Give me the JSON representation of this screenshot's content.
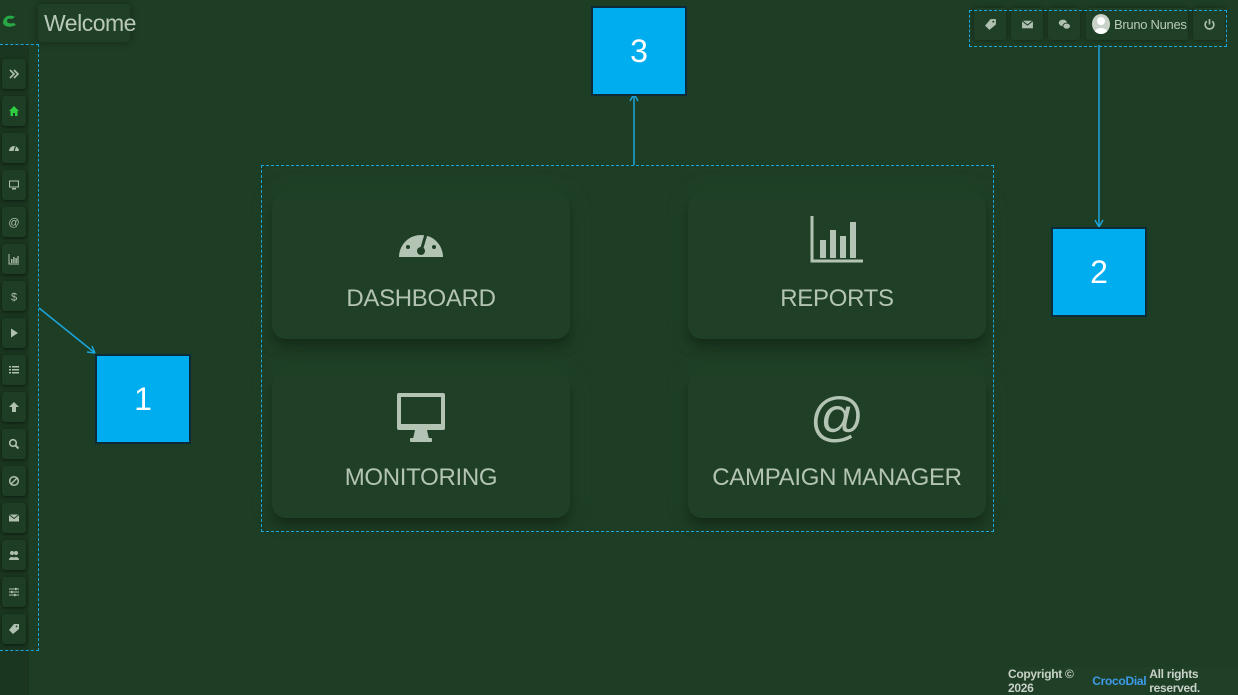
{
  "header": {
    "title": "Welcome",
    "logo": "crocodial-logo-icon"
  },
  "sidebar": {
    "items": [
      {
        "icon": "double-chevron-right-icon"
      },
      {
        "icon": "home-icon",
        "active": true
      },
      {
        "icon": "dashboard-gauge-icon"
      },
      {
        "icon": "monitor-icon"
      },
      {
        "icon": "at-sign-icon"
      },
      {
        "icon": "bar-chart-icon"
      },
      {
        "icon": "dollar-icon"
      },
      {
        "icon": "play-icon"
      },
      {
        "icon": "list-icon"
      },
      {
        "icon": "arrow-up-icon"
      },
      {
        "icon": "search-icon"
      },
      {
        "icon": "ban-icon"
      },
      {
        "icon": "envelope-icon"
      },
      {
        "icon": "users-icon"
      },
      {
        "icon": "sliders-icon"
      },
      {
        "icon": "tag-icon"
      }
    ]
  },
  "topbar": {
    "buttons": [
      "tag-icon",
      "envelope-icon",
      "chat-icon"
    ],
    "user_name": "Bruno Nunes",
    "power": "power-icon"
  },
  "cards": [
    {
      "label": "DASHBOARD",
      "icon": "dashboard-gauge-icon"
    },
    {
      "label": "REPORTS",
      "icon": "bar-chart-icon"
    },
    {
      "label": "MONITORING",
      "icon": "monitor-icon"
    },
    {
      "label": "CAMPAIGN MANAGER",
      "icon": "at-sign-icon"
    }
  ],
  "annotations": [
    "1",
    "2",
    "3"
  ],
  "footer": {
    "prefix": "Copyright © 2026",
    "brand": "CrocoDial",
    "suffix": "All rights reserved."
  },
  "colors": {
    "background": "#1e3d25",
    "accent": "#00adef",
    "brand": "#3d9be9",
    "active_icon": "#2ecc40"
  }
}
